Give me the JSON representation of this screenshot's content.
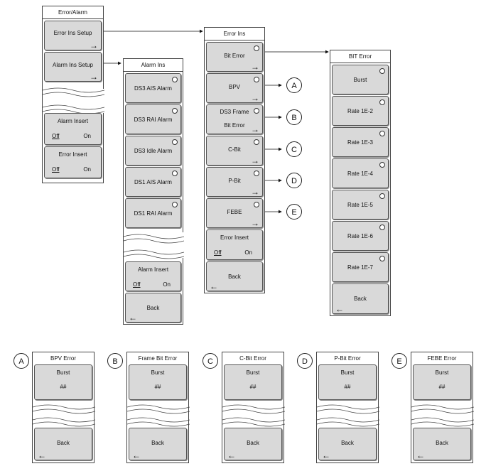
{
  "error_alarm": {
    "title": "Error/Alarm",
    "error_ins_setup": "Error Ins Setup",
    "alarm_ins_setup": "Alarm Ins Setup",
    "alarm_insert": "Alarm Insert",
    "error_insert": "Error Insert",
    "off": "Off",
    "on": "On"
  },
  "alarm_ins": {
    "title": "Alarm Ins",
    "items": [
      "DS3 AIS Alarm",
      "DS3 RAI Alarm",
      "DS3 Idle Alarm",
      "DS1 AIS Alarm",
      "DS1 RAI Alarm"
    ],
    "alarm_insert": "Alarm Insert",
    "off": "Off",
    "on": "On",
    "back": "Back"
  },
  "error_ins": {
    "title": "Error Ins",
    "items": [
      "Bit Error",
      "BPV",
      "DS3 Frame",
      "Bit Error",
      "C-Bit",
      "P-Bit",
      "FEBE"
    ],
    "error_insert": "Error Insert",
    "off": "Off",
    "on": "On",
    "back": "Back"
  },
  "callouts": [
    "A",
    "B",
    "C",
    "D",
    "E"
  ],
  "bit_error": {
    "title": "BIT Error",
    "items": [
      "Burst",
      "Rate 1E-2",
      "Rate 1E-3",
      "Rate 1E-4",
      "Rate 1E-5",
      "Rate 1E-6",
      "Rate 1E-7"
    ],
    "back": "Back"
  },
  "sub_menus": [
    {
      "letter": "A",
      "title": "BPV Error",
      "burst": "Burst",
      "value": "##",
      "back": "Back"
    },
    {
      "letter": "B",
      "title": "Frame Bit Error",
      "burst": "Burst",
      "value": "##",
      "back": "Back"
    },
    {
      "letter": "C",
      "title": "C-Bit Error",
      "burst": "Burst",
      "value": "##",
      "back": "Back"
    },
    {
      "letter": "D",
      "title": "P-Bit Error",
      "burst": "Burst",
      "value": "##",
      "back": "Back"
    },
    {
      "letter": "E",
      "title": "FEBE Error",
      "burst": "Burst",
      "value": "##",
      "back": "Back"
    }
  ]
}
